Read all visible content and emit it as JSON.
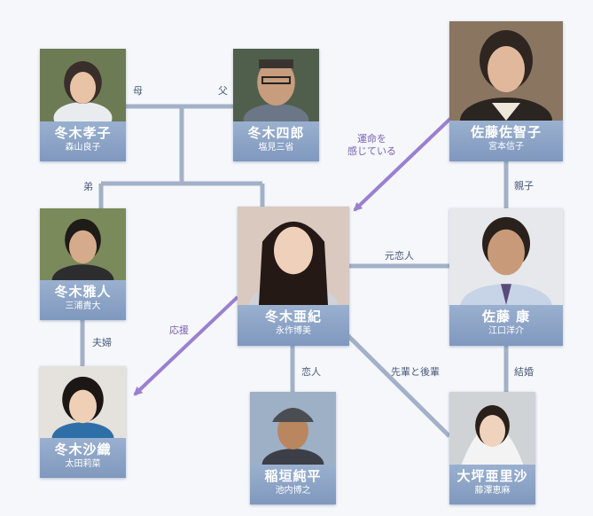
{
  "nodes": {
    "takako": {
      "name": "冬木孝子",
      "actor": "森山良子"
    },
    "shiro": {
      "name": "冬木四郎",
      "actor": "塩見三省"
    },
    "sachiko": {
      "name": "佐藤佐智子",
      "actor": "宮本信子"
    },
    "masato": {
      "name": "冬木雅人",
      "actor": "三浦貴大"
    },
    "aki": {
      "name": "冬木亜紀",
      "actor": "永作博美"
    },
    "yasushi": {
      "name": "佐藤 康",
      "actor": "江口洋介"
    },
    "saori": {
      "name": "冬木沙織",
      "actor": "太田莉菜"
    },
    "junpei": {
      "name": "稲垣純平",
      "actor": "池内博之"
    },
    "arisa": {
      "name": "大坪亜里沙",
      "actor": "藤澤恵麻"
    }
  },
  "relations": {
    "mother": "母",
    "father": "父",
    "younger_brother": "弟",
    "fate_line1": "運命を",
    "fate_line2": "感じている",
    "parent_child": "親子",
    "ex_lover": "元恋人",
    "married_1": "夫婦",
    "support": "応援",
    "lover": "恋人",
    "senior_junior": "先輩と後輩",
    "married_2": "結婚"
  },
  "colors": {
    "line": "#a3b1c7",
    "arrow": "#9b7fd0",
    "card": "#8da4c6",
    "background": "#f5f7fb"
  }
}
